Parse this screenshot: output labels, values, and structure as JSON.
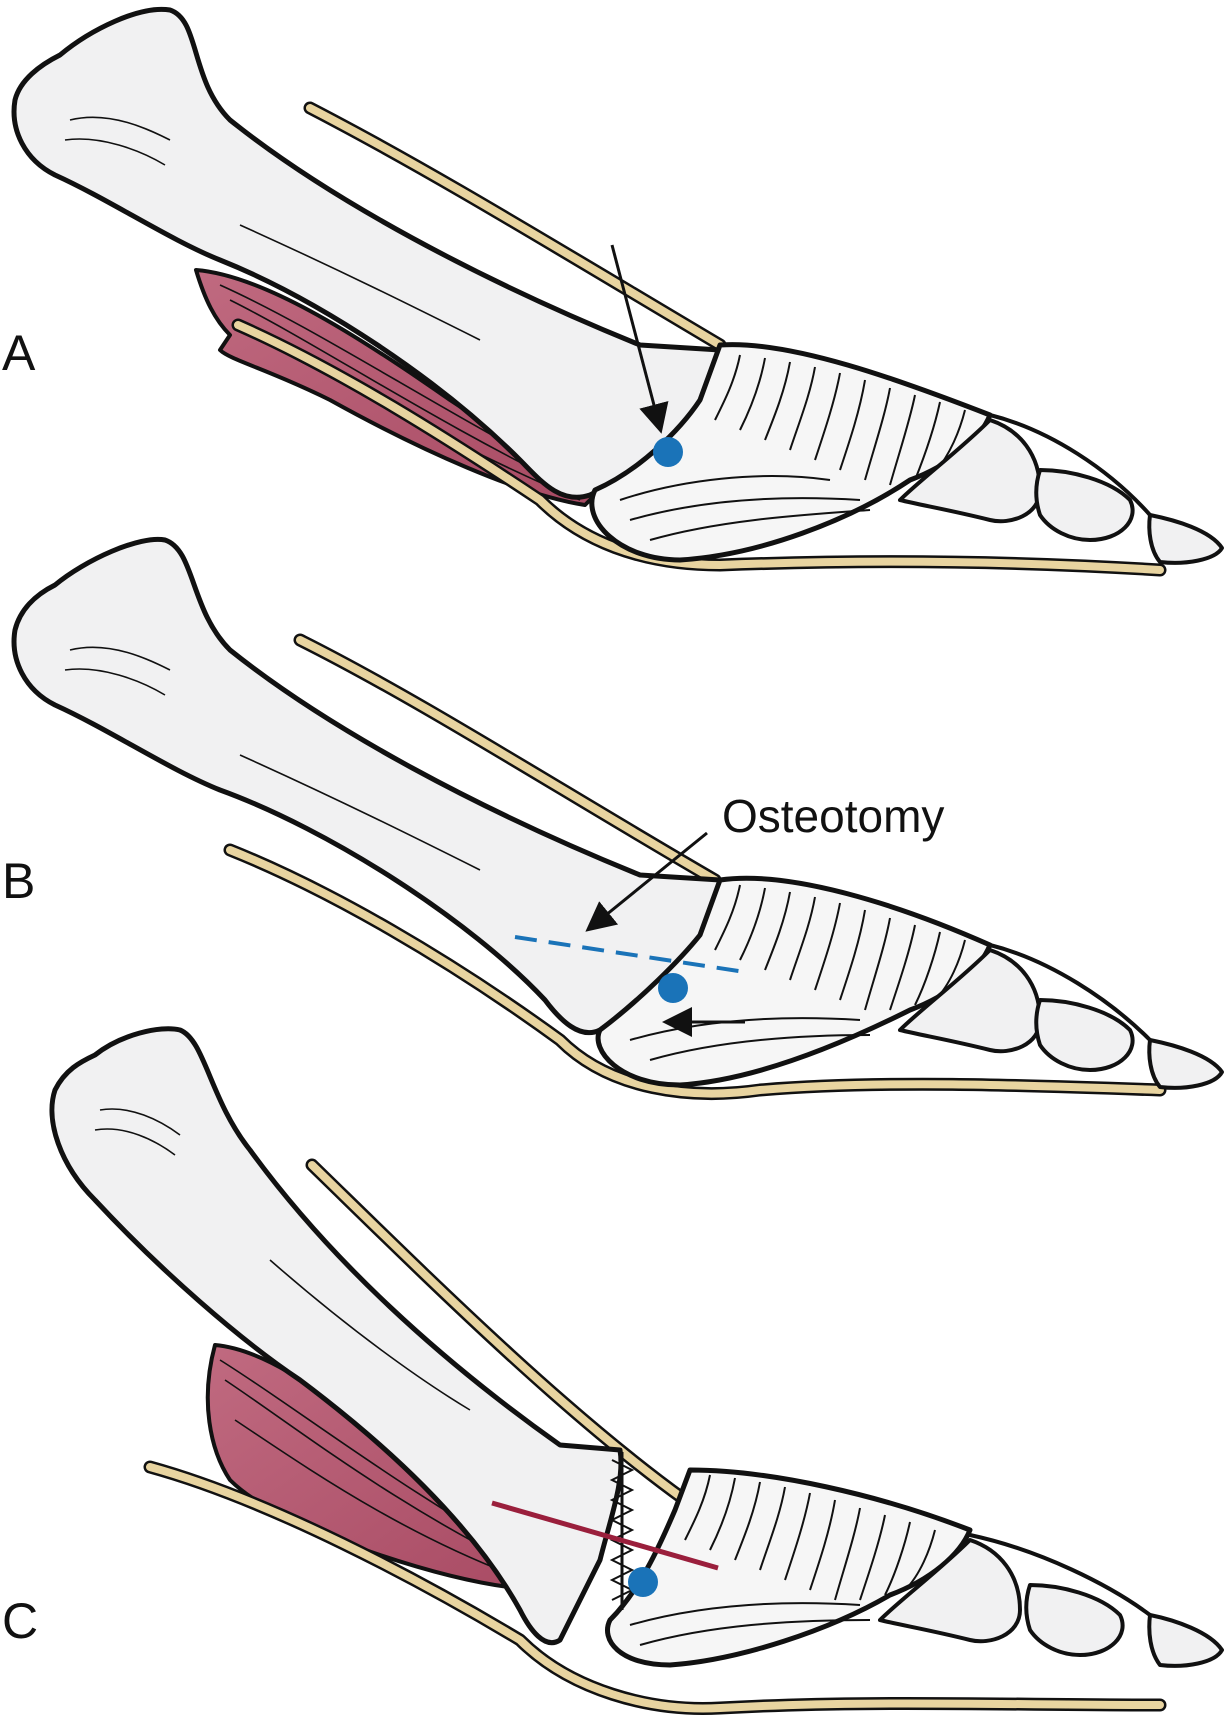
{
  "panels": [
    {
      "id": "A",
      "label": "A"
    },
    {
      "id": "B",
      "label": "B"
    },
    {
      "id": "C",
      "label": "C"
    }
  ],
  "callouts": {
    "osteotomy": "Osteotomy"
  },
  "colors": {
    "bone": "#f1f1f2",
    "tendon": "#e8d4a0",
    "muscle": "#b75a72",
    "pivot": "#1a73b8",
    "osteotomy_line": "#1a73b8",
    "pin": "#9a1f3c",
    "ink": "#111111"
  }
}
